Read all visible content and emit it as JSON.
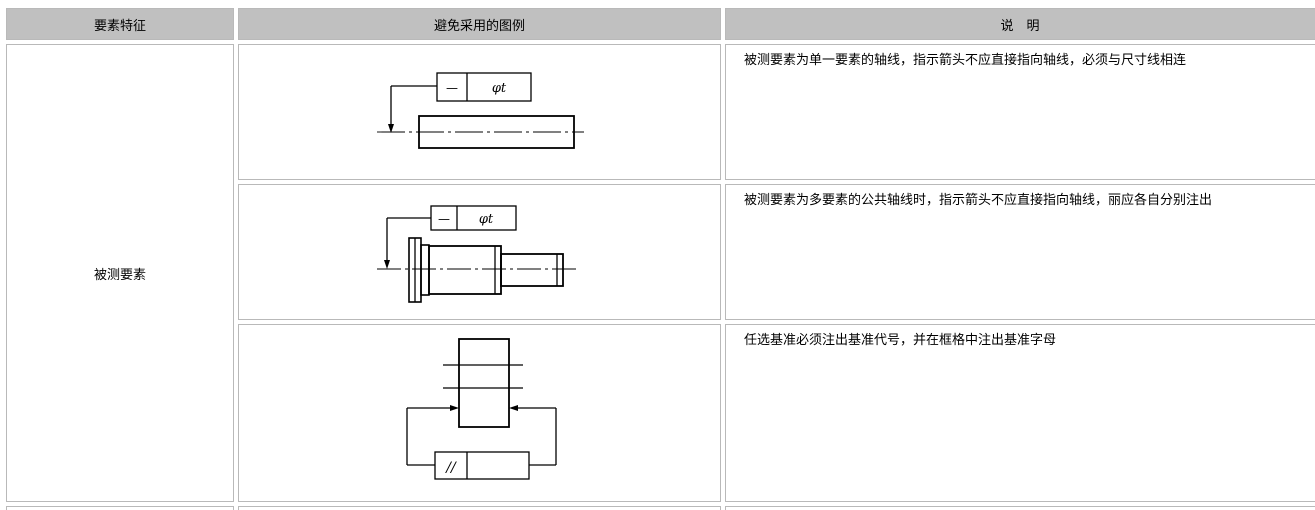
{
  "header": {
    "feature": "要素特征",
    "figure": "避免采用的图例",
    "note": "说　明"
  },
  "rows": [
    {
      "feature": "被测要素",
      "items": [
        {
          "figure": "single-axis-shaft-drawing",
          "frame_symbol": "—",
          "frame_value": "φt",
          "description": "被测要素为单一要素的轴线，指示箭头不应直接指向轴线，必须与尺寸线相连"
        },
        {
          "figure": "stepped-shaft-common-axis-drawing",
          "frame_symbol": "—",
          "frame_value": "φt",
          "description": "被测要素为多要素的公共轴线时，指示箭头不应直接指向轴线，丽应各自分别注出"
        },
        {
          "figure": "block-parallelism-drawing",
          "frame_symbol": "//",
          "frame_value": "",
          "description": "任选基准必须注出基准代号，并在框格中注出基准字母"
        }
      ]
    }
  ]
}
